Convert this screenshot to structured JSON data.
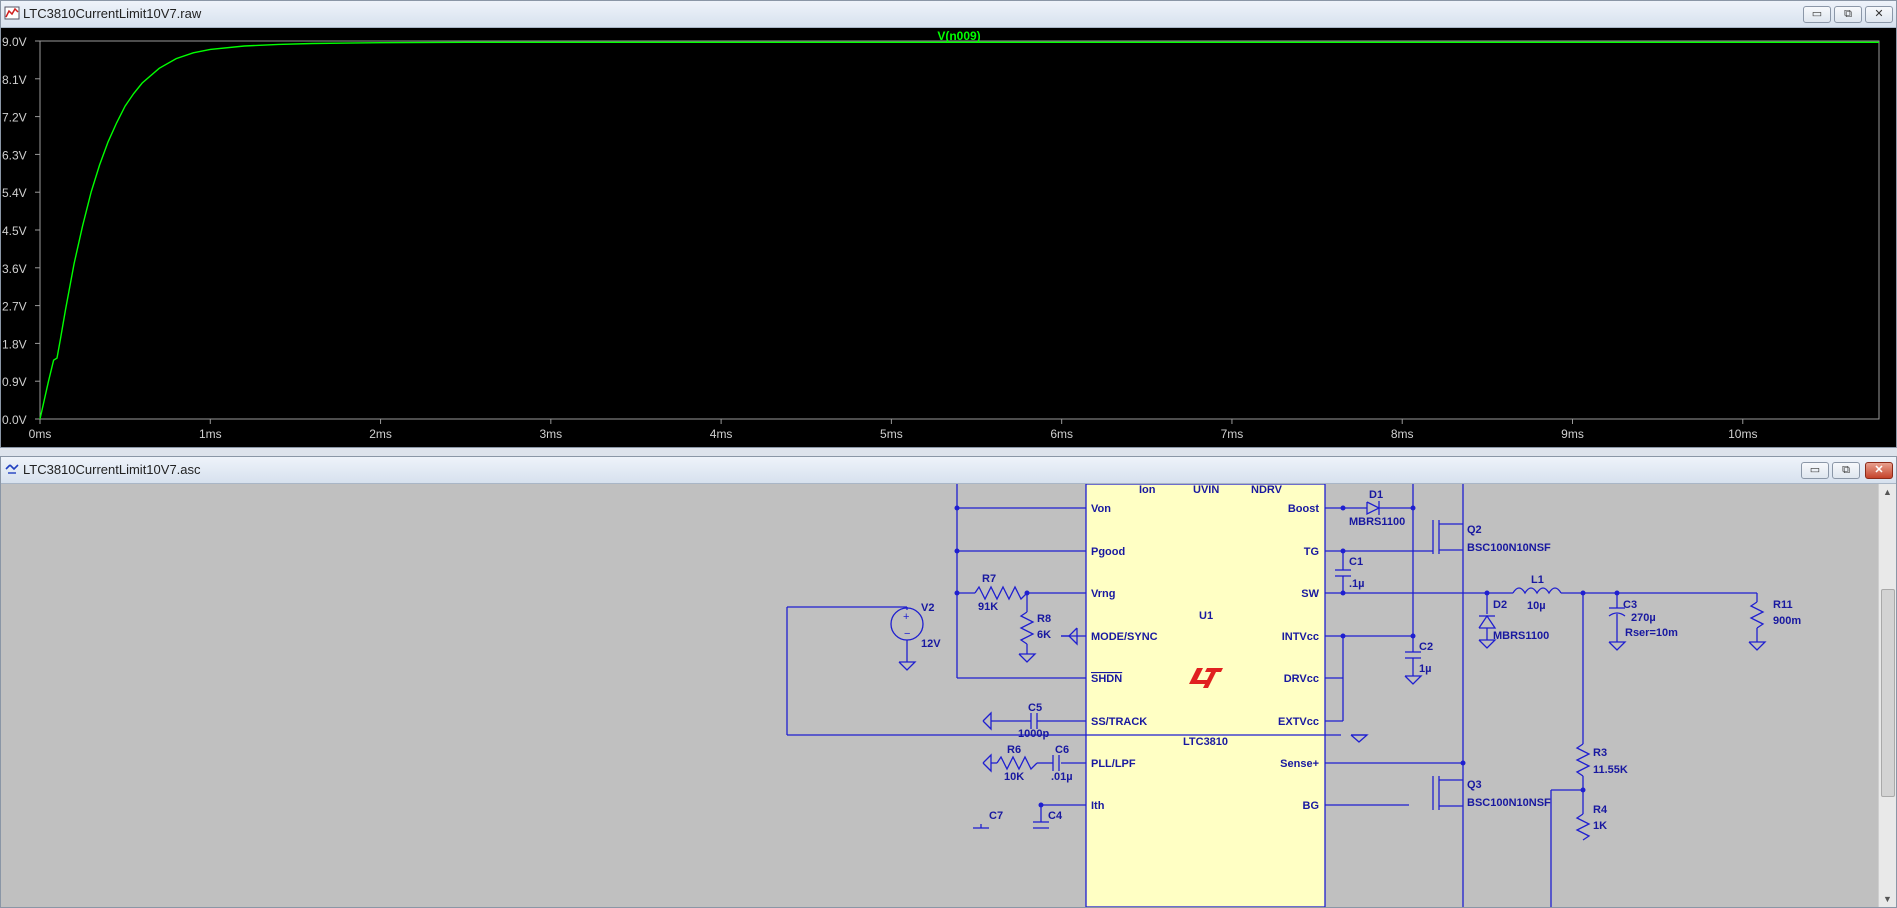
{
  "plot_window": {
    "title": "LTC3810CurrentLimit10V7.raw",
    "trace_label": "V(n009)",
    "trace_color": "#00ff00"
  },
  "schematic_window": {
    "title": "LTC3810CurrentLimit10V7.asc",
    "wire_color": "#1f1fd0",
    "ic_fill": "#ffffc4"
  },
  "window_buttons": {
    "minimize": "▭",
    "restore": "⧉",
    "close": "✕"
  },
  "chart_data": {
    "type": "line",
    "title": "V(n009)",
    "xlabel": "",
    "ylabel": "",
    "x_unit": "ms",
    "xlim": [
      0,
      10.8
    ],
    "ylim": [
      0,
      9.0
    ],
    "x_ticks": [
      "0ms",
      "1ms",
      "2ms",
      "3ms",
      "4ms",
      "5ms",
      "6ms",
      "7ms",
      "8ms",
      "9ms",
      "10ms"
    ],
    "y_ticks": [
      "0.0V",
      "0.9V",
      "1.8V",
      "2.7V",
      "3.6V",
      "4.5V",
      "5.4V",
      "6.3V",
      "7.2V",
      "8.1V",
      "9.0V"
    ],
    "grid": false,
    "series": [
      {
        "name": "V(n009)",
        "color": "#00ff00",
        "x": [
          0,
          0.05,
          0.08,
          0.1,
          0.12,
          0.15,
          0.2,
          0.25,
          0.3,
          0.35,
          0.4,
          0.45,
          0.5,
          0.55,
          0.6,
          0.7,
          0.8,
          0.9,
          1.0,
          1.2,
          1.4,
          1.6,
          1.8,
          2.0,
          2.5,
          3.0,
          4.0,
          5.0,
          6.0,
          7.0,
          8.0,
          9.0,
          10.0,
          10.8
        ],
        "y": [
          0,
          0.9,
          1.4,
          1.45,
          1.9,
          2.6,
          3.7,
          4.6,
          5.4,
          6.05,
          6.6,
          7.05,
          7.45,
          7.75,
          8.0,
          8.35,
          8.58,
          8.72,
          8.8,
          8.88,
          8.92,
          8.94,
          8.95,
          8.96,
          8.97,
          8.97,
          8.97,
          8.97,
          8.97,
          8.97,
          8.97,
          8.97,
          8.97,
          8.97
        ]
      }
    ]
  },
  "schematic": {
    "ic": {
      "name": "U1",
      "part": "LTC3810",
      "top_pins": [
        "Ion",
        "UVIN",
        "NDRV"
      ],
      "left_pins": [
        "Von",
        "Pgood",
        "Vrng",
        "MODE/SYNC",
        "SHDN",
        "SS/TRACK",
        "PLL/LPF",
        "Ith"
      ],
      "right_pins": [
        "Boost",
        "TG",
        "SW",
        "INTVcc",
        "DRVcc",
        "EXTVcc",
        "Sense+",
        "BG"
      ]
    },
    "labels": {
      "R7": "R7",
      "R7_val": "91K",
      "R8": "R8",
      "R8_val": "6K",
      "V2": "V2",
      "V2_val": "12V",
      "C5": "C5",
      "C5_val": "1000p",
      "R6": "R6",
      "R6_val": "10K",
      "C6": "C6",
      "C6_val": ".01µ",
      "C7": "C7",
      "C4": "C4",
      "D1": "D1",
      "D1_val": "MBRS1100",
      "Q2": "Q2",
      "Q2_val": "BSC100N10NSF",
      "C1": "C1",
      "C1_val": ".1µ",
      "C2": "C2",
      "C2_val": "1µ",
      "L1": "L1",
      "L1_val": "10µ",
      "D2": "D2",
      "D2_val": "MBRS1100",
      "C3": "C3",
      "C3_val": "270µ",
      "C3_rser": "Rser=10m",
      "R11": "R11",
      "R11_val": "900m",
      "R3": "R3",
      "R3_val": "11.55K",
      "R4": "R4",
      "R4_val": "1K",
      "Q3": "Q3",
      "Q3_val": "BSC100N10NSF"
    }
  }
}
